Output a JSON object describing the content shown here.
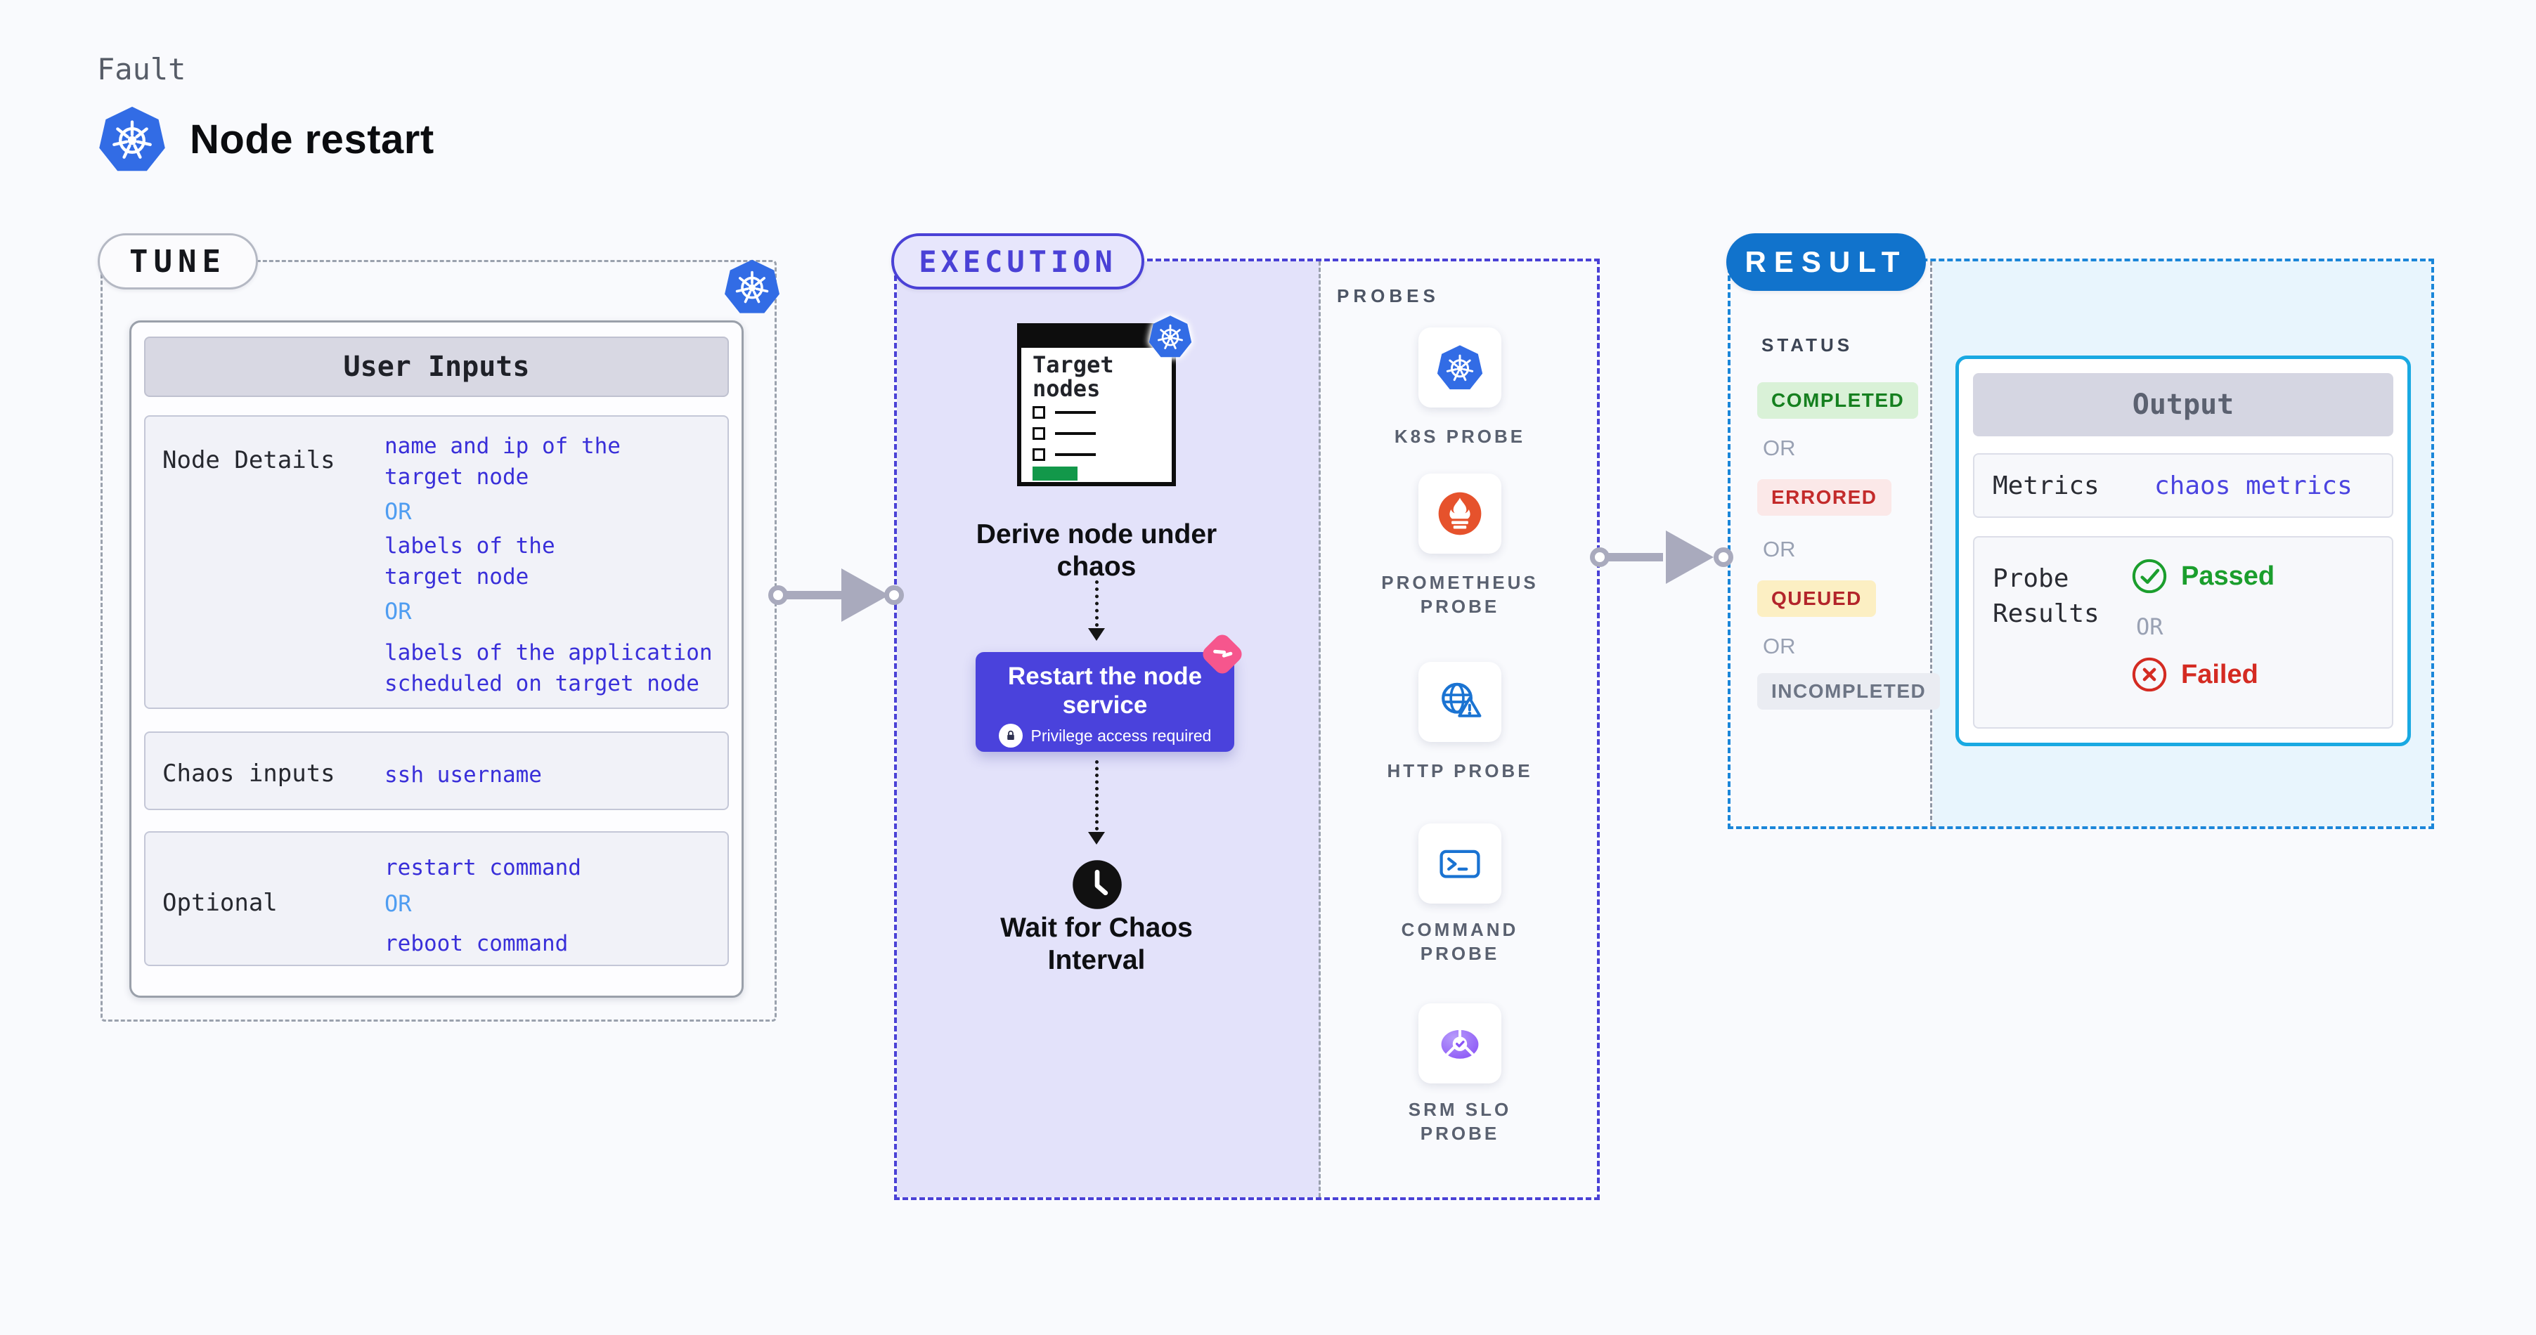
{
  "colors": {
    "page-bg": "#f9fafd",
    "gray-dash": "#9aa1ad",
    "arrow": "#a9aabd",
    "indigo": "#4a41d6",
    "lavender": "#e3e2fa",
    "purple-btn": "#4a42dc",
    "pink": "#f6568d",
    "result-blue": "#1173cc",
    "result-dash": "#1b86d9",
    "cyan": "#19a9e2",
    "lightblue": "#e8f5fd",
    "value-indigo": "#392fd9",
    "or-blue": "#4f9df1",
    "metrics-indigo": "#4b44e0",
    "green": "#1b9e2d",
    "red": "#d42b22"
  },
  "header": {
    "eyebrow": "Fault",
    "title": "Node restart",
    "icon": "kubernetes-icon"
  },
  "tune": {
    "badge": "TUNE",
    "corner_icon": "kubernetes-icon",
    "table": {
      "title": "User Inputs",
      "rows": [
        {
          "label": "Node Details",
          "values": [
            "name and ip of the\ntarget node",
            "OR",
            "labels of the\ntarget node",
            "OR",
            "labels of the application\nscheduled on target node"
          ]
        },
        {
          "label": "Chaos inputs",
          "values": [
            "ssh username"
          ]
        },
        {
          "label": "Optional",
          "values": [
            "restart command",
            "OR",
            "reboot command"
          ]
        }
      ]
    }
  },
  "execution": {
    "badge": "EXECUTION",
    "flow": {
      "target_icon": "target-nodes-checklist-icon",
      "target_badge_icon": "kubernetes-icon",
      "target_nodes_title": "Target nodes",
      "derive_label": "Derive node under chaos",
      "restart_title": "Restart the node service",
      "restart_badge_icon": "litmus-chaos-icon",
      "lock_icon": "lock-icon",
      "restart_note": "Privilege access required",
      "wait_icon": "clock-icon",
      "wait_label": "Wait for Chaos Interval"
    },
    "probes": {
      "title": "PROBES",
      "items": [
        {
          "label": "K8S PROBE",
          "icon": "kubernetes-icon"
        },
        {
          "label": "PROMETHEUS PROBE",
          "icon": "prometheus-icon"
        },
        {
          "label": "HTTP PROBE",
          "icon": "http-globe-alert-icon"
        },
        {
          "label": "COMMAND PROBE",
          "icon": "terminal-icon"
        },
        {
          "label": "SRM SLO PROBE",
          "icon": "srm-slo-gauge-icon"
        }
      ]
    }
  },
  "result": {
    "badge": "RESULT",
    "status": {
      "title": "STATUS",
      "items": [
        {
          "label": "COMPLETED",
          "kind": "completed"
        },
        {
          "label": "OR",
          "kind": "or"
        },
        {
          "label": "ERRORED",
          "kind": "errored"
        },
        {
          "label": "OR",
          "kind": "or"
        },
        {
          "label": "QUEUED",
          "kind": "queued"
        },
        {
          "label": "OR",
          "kind": "or"
        },
        {
          "label": "INCOMPLETED",
          "kind": "incompleted"
        }
      ]
    },
    "output": {
      "title": "Output",
      "metrics_label": "Metrics",
      "metrics_value": "chaos metrics",
      "probe_results_label": "Probe Results",
      "passed_icon": "check-circle-icon",
      "passed": "Passed",
      "or": "OR",
      "failed_icon": "x-circle-icon",
      "failed": "Failed"
    }
  }
}
